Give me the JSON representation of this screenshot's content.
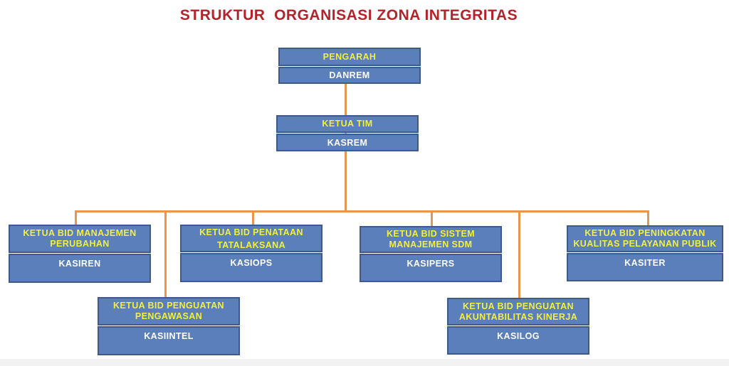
{
  "title": "STRUKTUR  ORGANISASI ZONA INTEGRITAS",
  "colors": {
    "box": "#5b7fba",
    "title_text": "#f3f03c",
    "connector": "#e8964f",
    "heading": "#b5232a"
  },
  "nodes": [
    {
      "role": "PENGARAH",
      "holder": "DANREM"
    },
    {
      "role": "KETUA TIM",
      "holder": "KASREM"
    },
    {
      "role": "KETUA BID MANAJEMEN PERUBAHAN",
      "holder": "KASIREN"
    },
    {
      "role": "KETUA BID PENGUATAN PENGAWASAN",
      "holder": "KASIINTEL"
    },
    {
      "role": "KETUA BID PENATAAN TATALAKSANA",
      "holder": "KASIOPS"
    },
    {
      "role": "KETUA BID SISTEM MANAJEMEN SDM",
      "holder": "KASIPERS"
    },
    {
      "role": "KETUA BID PENGUATAN AKUNTABILITAS KINERJA",
      "holder": "KASILOG"
    },
    {
      "role": "KETUA BID PENINGKATAN KUALITAS PELAYANAN PUBLIK",
      "holder": "KASITER"
    }
  ]
}
